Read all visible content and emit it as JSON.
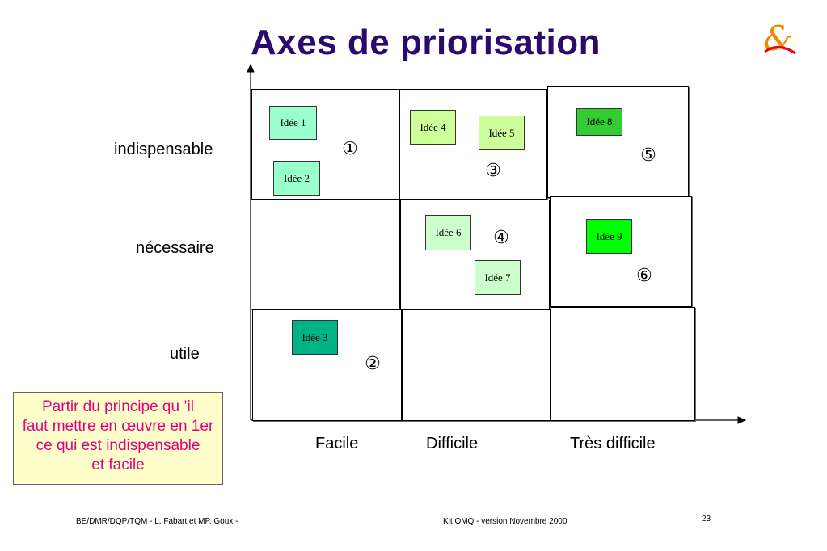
{
  "title": "Axes de priorisation",
  "y_labels": [
    "indispensable",
    "nécessaire",
    "utile"
  ],
  "x_labels": [
    "Facile",
    "Difficile",
    "Très difficile"
  ],
  "ideas": [
    {
      "label": "Idée 1",
      "color": "#99ffcc"
    },
    {
      "label": "Idée 2",
      "color": "#99ffcc"
    },
    {
      "label": "Idée 3",
      "color": "#00b386"
    },
    {
      "label": "Idée 4",
      "color": "#ccff99"
    },
    {
      "label": "Idée 5",
      "color": "#ccff99"
    },
    {
      "label": "Idée 6",
      "color": "#ccffcc"
    },
    {
      "label": "Idée 7",
      "color": "#ccffcc"
    },
    {
      "label": "Idée 8",
      "color": "#33cc33"
    },
    {
      "label": "Idée 9",
      "color": "#00ff00"
    }
  ],
  "sequence": [
    "①",
    "②",
    "③",
    "④",
    "⑤",
    "⑥"
  ],
  "note": {
    "lines": [
      "Partir du principe qu ’il",
      "faut mettre en œuvre en 1er",
      "ce qui est indispensable",
      "et facile"
    ],
    "color": "#e4007c",
    "background": "#ffffcc"
  },
  "footer": {
    "left": "BE/DMR/DQP/TQM - L. Fabart et MP. Goux   -",
    "center": "Kit OMQ -  version Novembre 2000",
    "page": "23"
  },
  "logo": "&",
  "logo_icon": "ampersand-logo-icon"
}
